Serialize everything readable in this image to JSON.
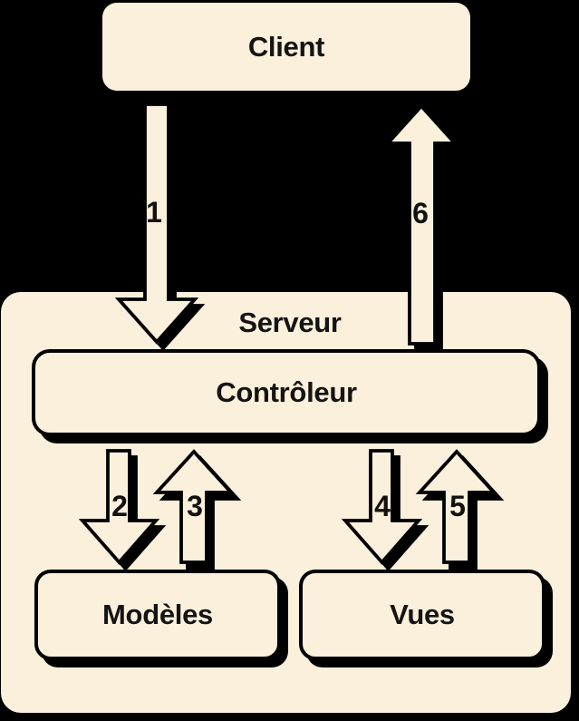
{
  "colors": {
    "background": "#000000",
    "node_fill": "#FBF0DB",
    "outline": "#000000",
    "text": "#141414"
  },
  "nodes": {
    "client": {
      "label": "Client"
    },
    "server": {
      "label": "Serveur"
    },
    "controller": {
      "label": "Contrôleur"
    },
    "models": {
      "label": "Modèles"
    },
    "views": {
      "label": "Vues"
    }
  },
  "arrows": [
    {
      "label": "1",
      "from": "Client",
      "to": "Contrôleur",
      "direction": "down"
    },
    {
      "label": "2",
      "from": "Contrôleur",
      "to": "Modèles",
      "direction": "down"
    },
    {
      "label": "3",
      "from": "Modèles",
      "to": "Contrôleur",
      "direction": "up"
    },
    {
      "label": "4",
      "from": "Contrôleur",
      "to": "Vues",
      "direction": "down"
    },
    {
      "label": "5",
      "from": "Vues",
      "to": "Contrôleur",
      "direction": "up"
    },
    {
      "label": "6",
      "from": "Contrôleur",
      "to": "Client",
      "direction": "up"
    }
  ]
}
